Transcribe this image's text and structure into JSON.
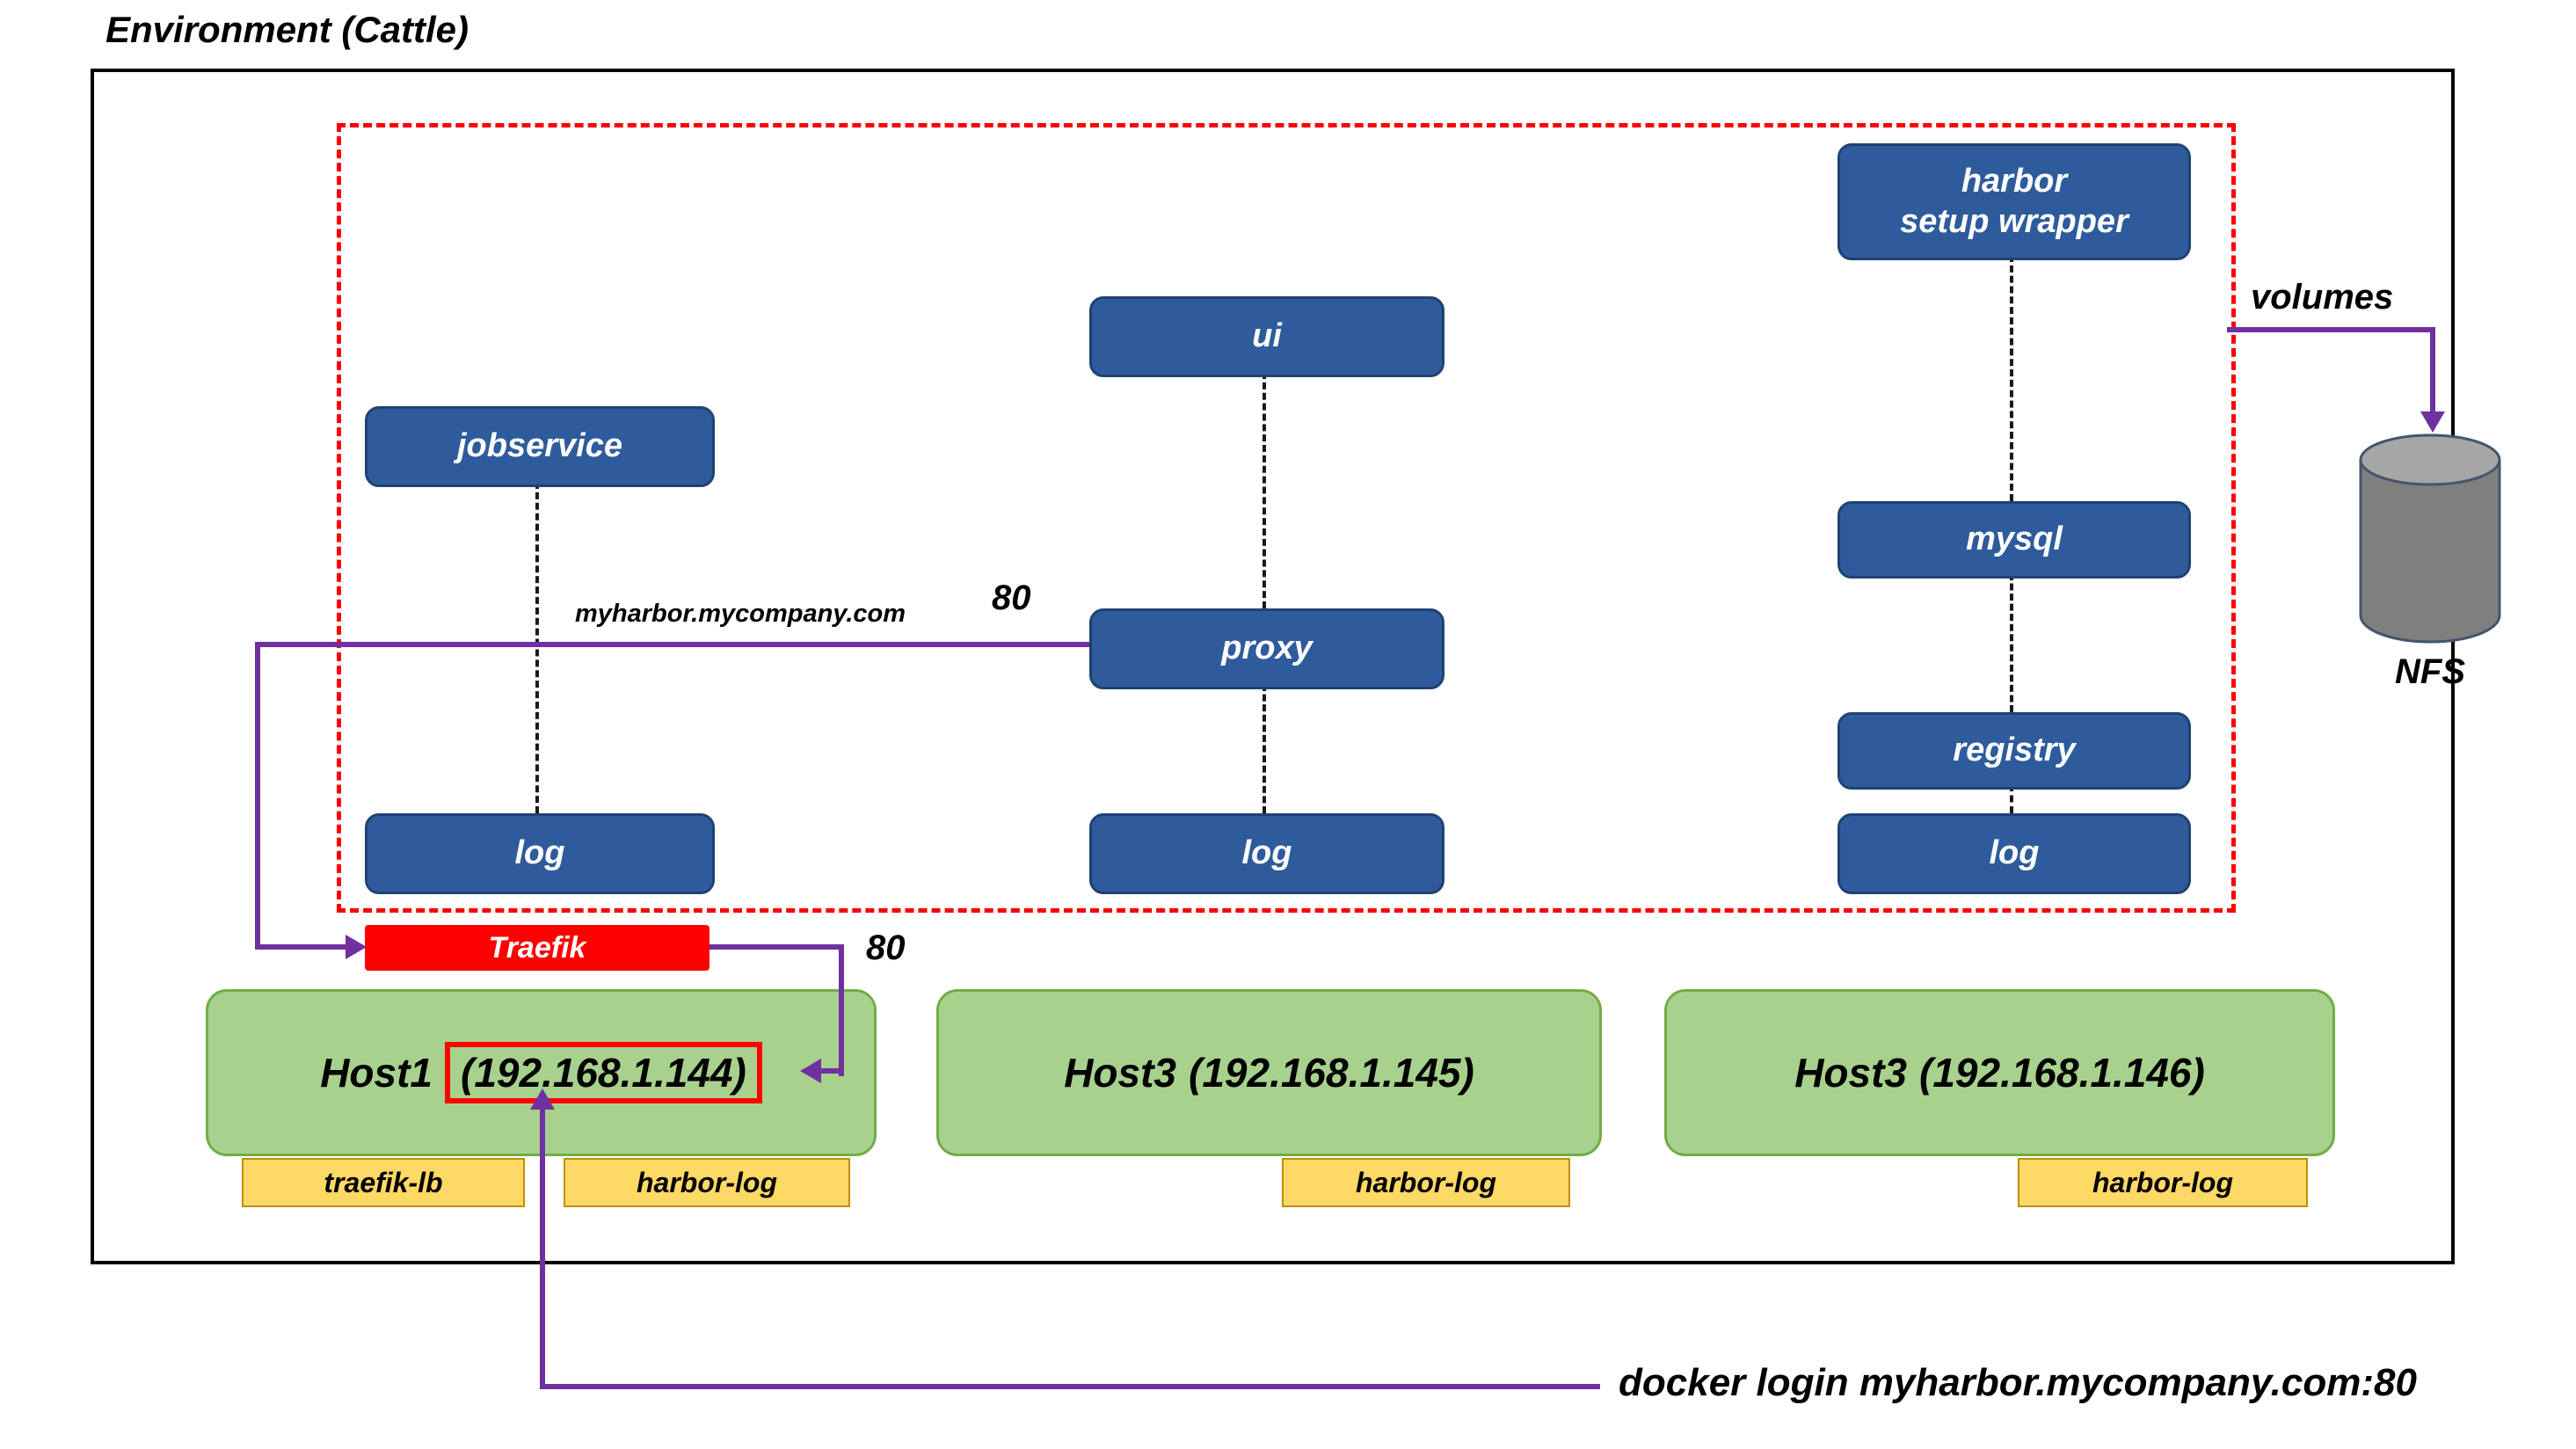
{
  "title": "Environment (Cattle)",
  "services": {
    "harbor_setup_wrapper": {
      "line1": "harbor",
      "line2": "setup wrapper"
    },
    "ui": "ui",
    "jobservice": "jobservice",
    "mysql": "mysql",
    "proxy": "proxy",
    "registry": "registry",
    "log_jobservice": "log",
    "log_proxy": "log",
    "log_registry": "log"
  },
  "traefik": {
    "label": "Traefik"
  },
  "edges": {
    "domain_label": "myharbor.mycompany.com",
    "proxy_port": "80",
    "traefik_port": "80",
    "volumes_label": "volumes",
    "docker_login": "docker login myharbor.mycompany.com:80"
  },
  "storage": {
    "label": "NFS"
  },
  "hosts": [
    {
      "name": "Host1",
      "ip": "(192.168.1.144)",
      "tags": [
        "traefik-lb",
        "harbor-log"
      ]
    },
    {
      "name": "Host3",
      "ip": "(192.168.1.145)",
      "tags": [
        "harbor-log"
      ]
    },
    {
      "name": "Host3",
      "ip": "(192.168.1.146)",
      "tags": [
        "harbor-log"
      ]
    }
  ],
  "colors": {
    "service_fill": "#2E5B9B",
    "traefik_fill": "#FF0000",
    "host_fill": "#A9D18E",
    "tag_fill": "#FFD966",
    "arrow_purple": "#7030A0",
    "boundary_dashed": "#FF0000",
    "nfs_body": "#7F7F7F",
    "nfs_top": "#A6A6A6"
  }
}
